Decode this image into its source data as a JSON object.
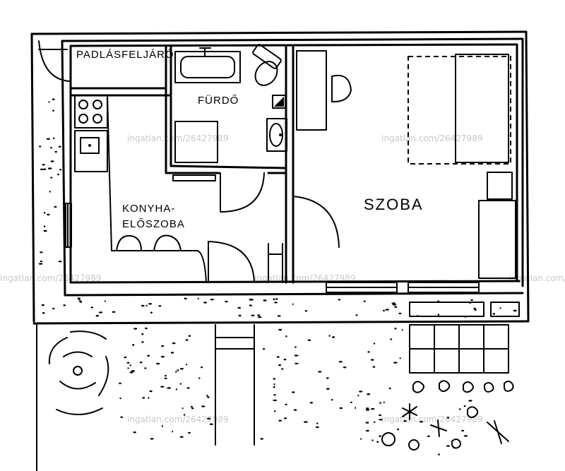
{
  "rooms": {
    "attic_stairs": "PADLÁSFELJÁRÓ",
    "bathroom": "FÜRDŐ",
    "kitchen_line1": "KONYHA-",
    "kitchen_line2": "ELŐSZOBA",
    "room": "SZOBA"
  },
  "watermark": "ingatlan.com/26427989"
}
